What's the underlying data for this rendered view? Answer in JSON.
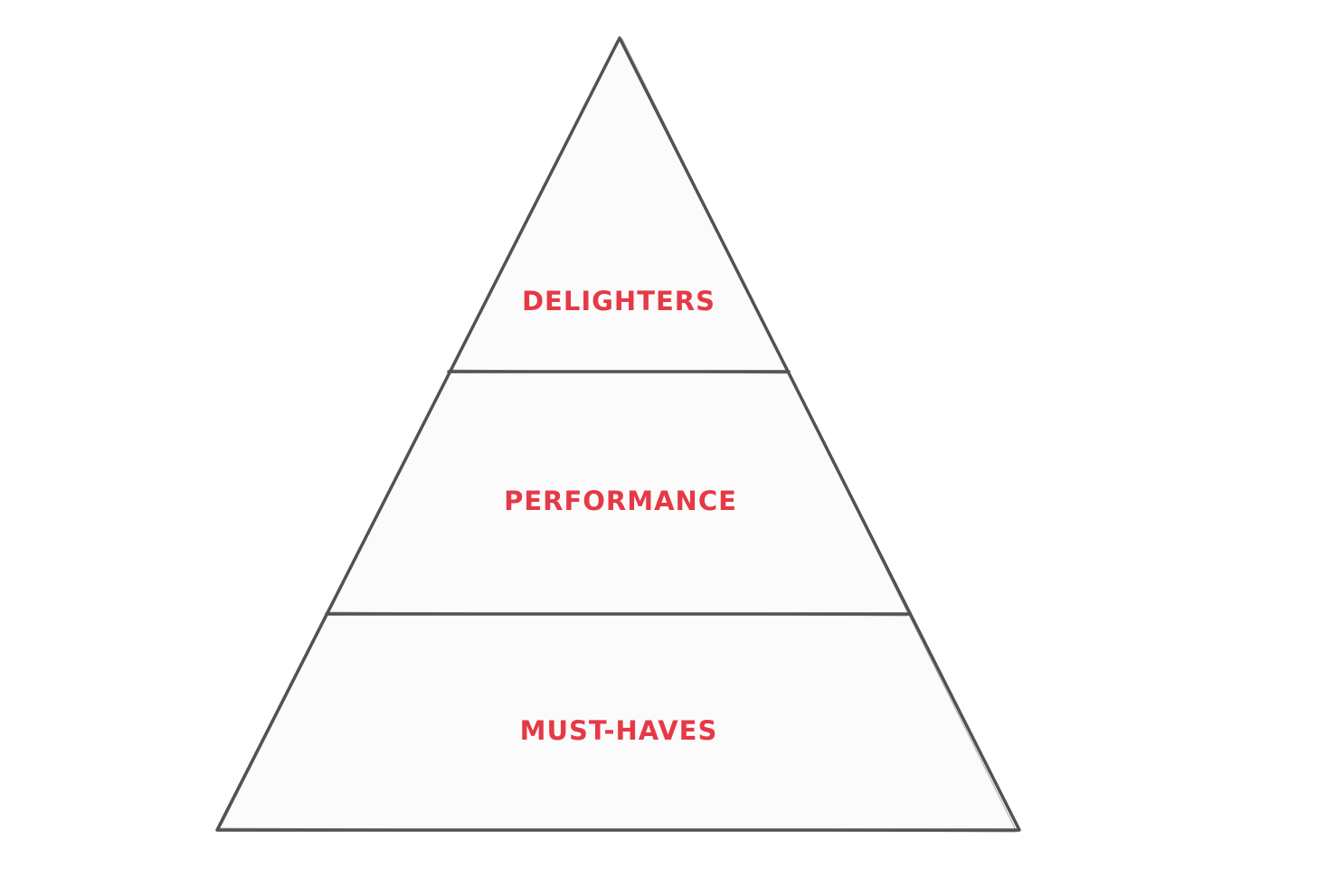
{
  "diagram": {
    "type": "pyramid",
    "tiers": [
      {
        "label": "DELIGHTERS"
      },
      {
        "label": "PERFORMANCE"
      },
      {
        "label": "MUST-HAVES"
      }
    ]
  },
  "colors": {
    "label": "#e63946",
    "outline": "#4f5352",
    "fill": "#fbfbfb",
    "background": "#ffffff"
  }
}
